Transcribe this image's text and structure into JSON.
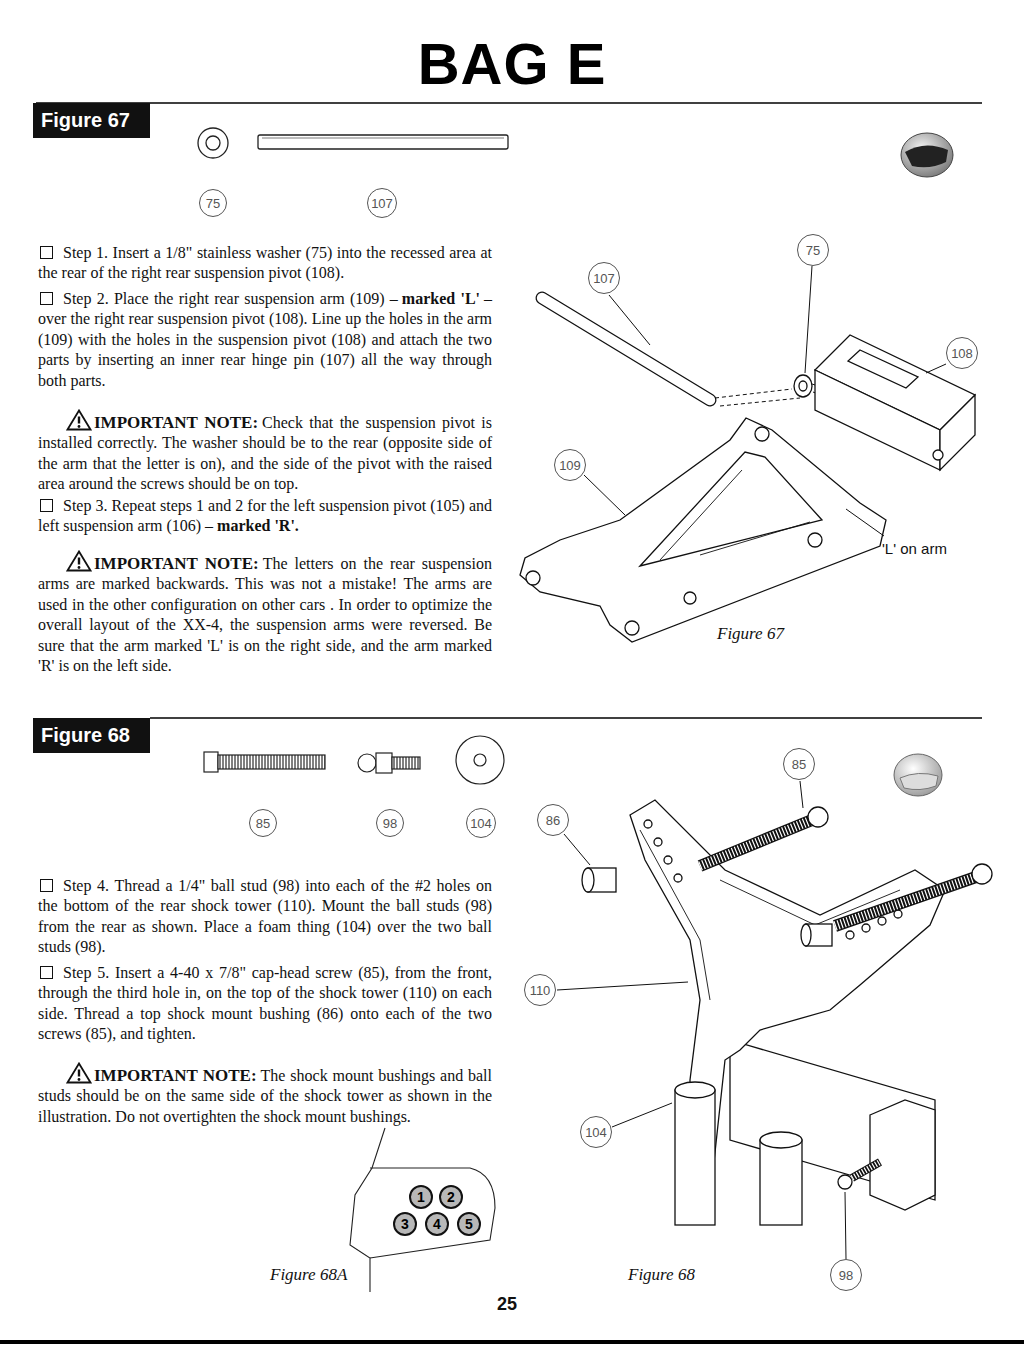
{
  "diagram": {
    "title": "BAG E",
    "nodes": [
      {
        "text": [
          "Figure 67"
        ]
      },
      {
        "text": [
          "75"
        ]
      },
      {
        "text": [
          "107"
        ]
      },
      {
        "text": [
          "107"
        ]
      },
      {
        "text": [
          "75"
        ]
      },
      {
        "text": [
          "108"
        ]
      },
      {
        "text": [
          "109"
        ]
      },
      {
        "text": [
          "Figure 68"
        ]
      },
      {
        "text": [
          "85"
        ]
      },
      {
        "text": [
          "98"
        ]
      },
      {
        "text": [
          "104"
        ]
      },
      {
        "text": [
          "85"
        ]
      },
      {
        "text": [
          "86"
        ]
      },
      {
        "text": [
          "110"
        ]
      },
      {
        "text": [
          "104"
        ]
      },
      {
        "text": [
          "98"
        ]
      },
      {
        "text": [
          "1"
        ]
      },
      {
        "text": [
          "2"
        ]
      },
      {
        "text": [
          "3"
        ]
      },
      {
        "text": [
          "4"
        ]
      },
      {
        "text": [
          "5"
        ]
      }
    ],
    "labels": [
      "Step 1. Insert a 1/8\" stainless washer (75) into the recessed area at the rear of the right rear suspension pivot (108).",
      "Step 2. Place the right rear suspension arm (109) –",
      "marked 'L'",
      "– over the right rear suspension pivot (108). Line up the holes in the arm (109) with the holes in the suspension pivot (108) and attach the two parts by inserting an inner rear hinge pin (107) all the way through both parts.",
      "IMPORTANT NOTE:",
      "Check that the suspension pivot is installed correctly. The washer should be to the rear (opposite side of the arm that the letter is on), and the side of the pivot with the raised area around the screws should be on top.",
      "Step 3. Repeat steps 1 and 2 for the left suspension pivot (105) and left suspension arm (106) –",
      "marked 'R'.",
      "IMPORTANT NOTE:",
      "The letters on the rear suspension arms are marked backwards. This was not a mistake! The arms are used in the other configuration on other cars . In order to optimize the overall layout of the XX-4, the suspension arms were reversed. Be sure that the arm marked 'L' is on the right side, and the arm marked 'R' is on the left side.",
      "'L' on arm",
      "Figure 67",
      "Step 4. Thread a 1/4\" ball stud (98) into each of the #2 holes on the bottom of the rear shock tower (110). Mount the ball studs (98) from the rear as shown. Place a foam thing (104) over the two ball studs (98).",
      "Step 5. Insert a 4-40 x 7/8\" cap-head screw (85), from the front, through the third hole in, on the top of the shock tower (110) on each side. Thread a top shock mount bushing (86) onto each of the two screws (85), and tighten.",
      "IMPORTANT NOTE:",
      "The shock mount bushings and ball studs should be on the same side of the shock tower as shown in the illustration. Do not overtighten the shock mount bushings.",
      "Figure 68A",
      "Figure 68",
      "25"
    ]
  }
}
